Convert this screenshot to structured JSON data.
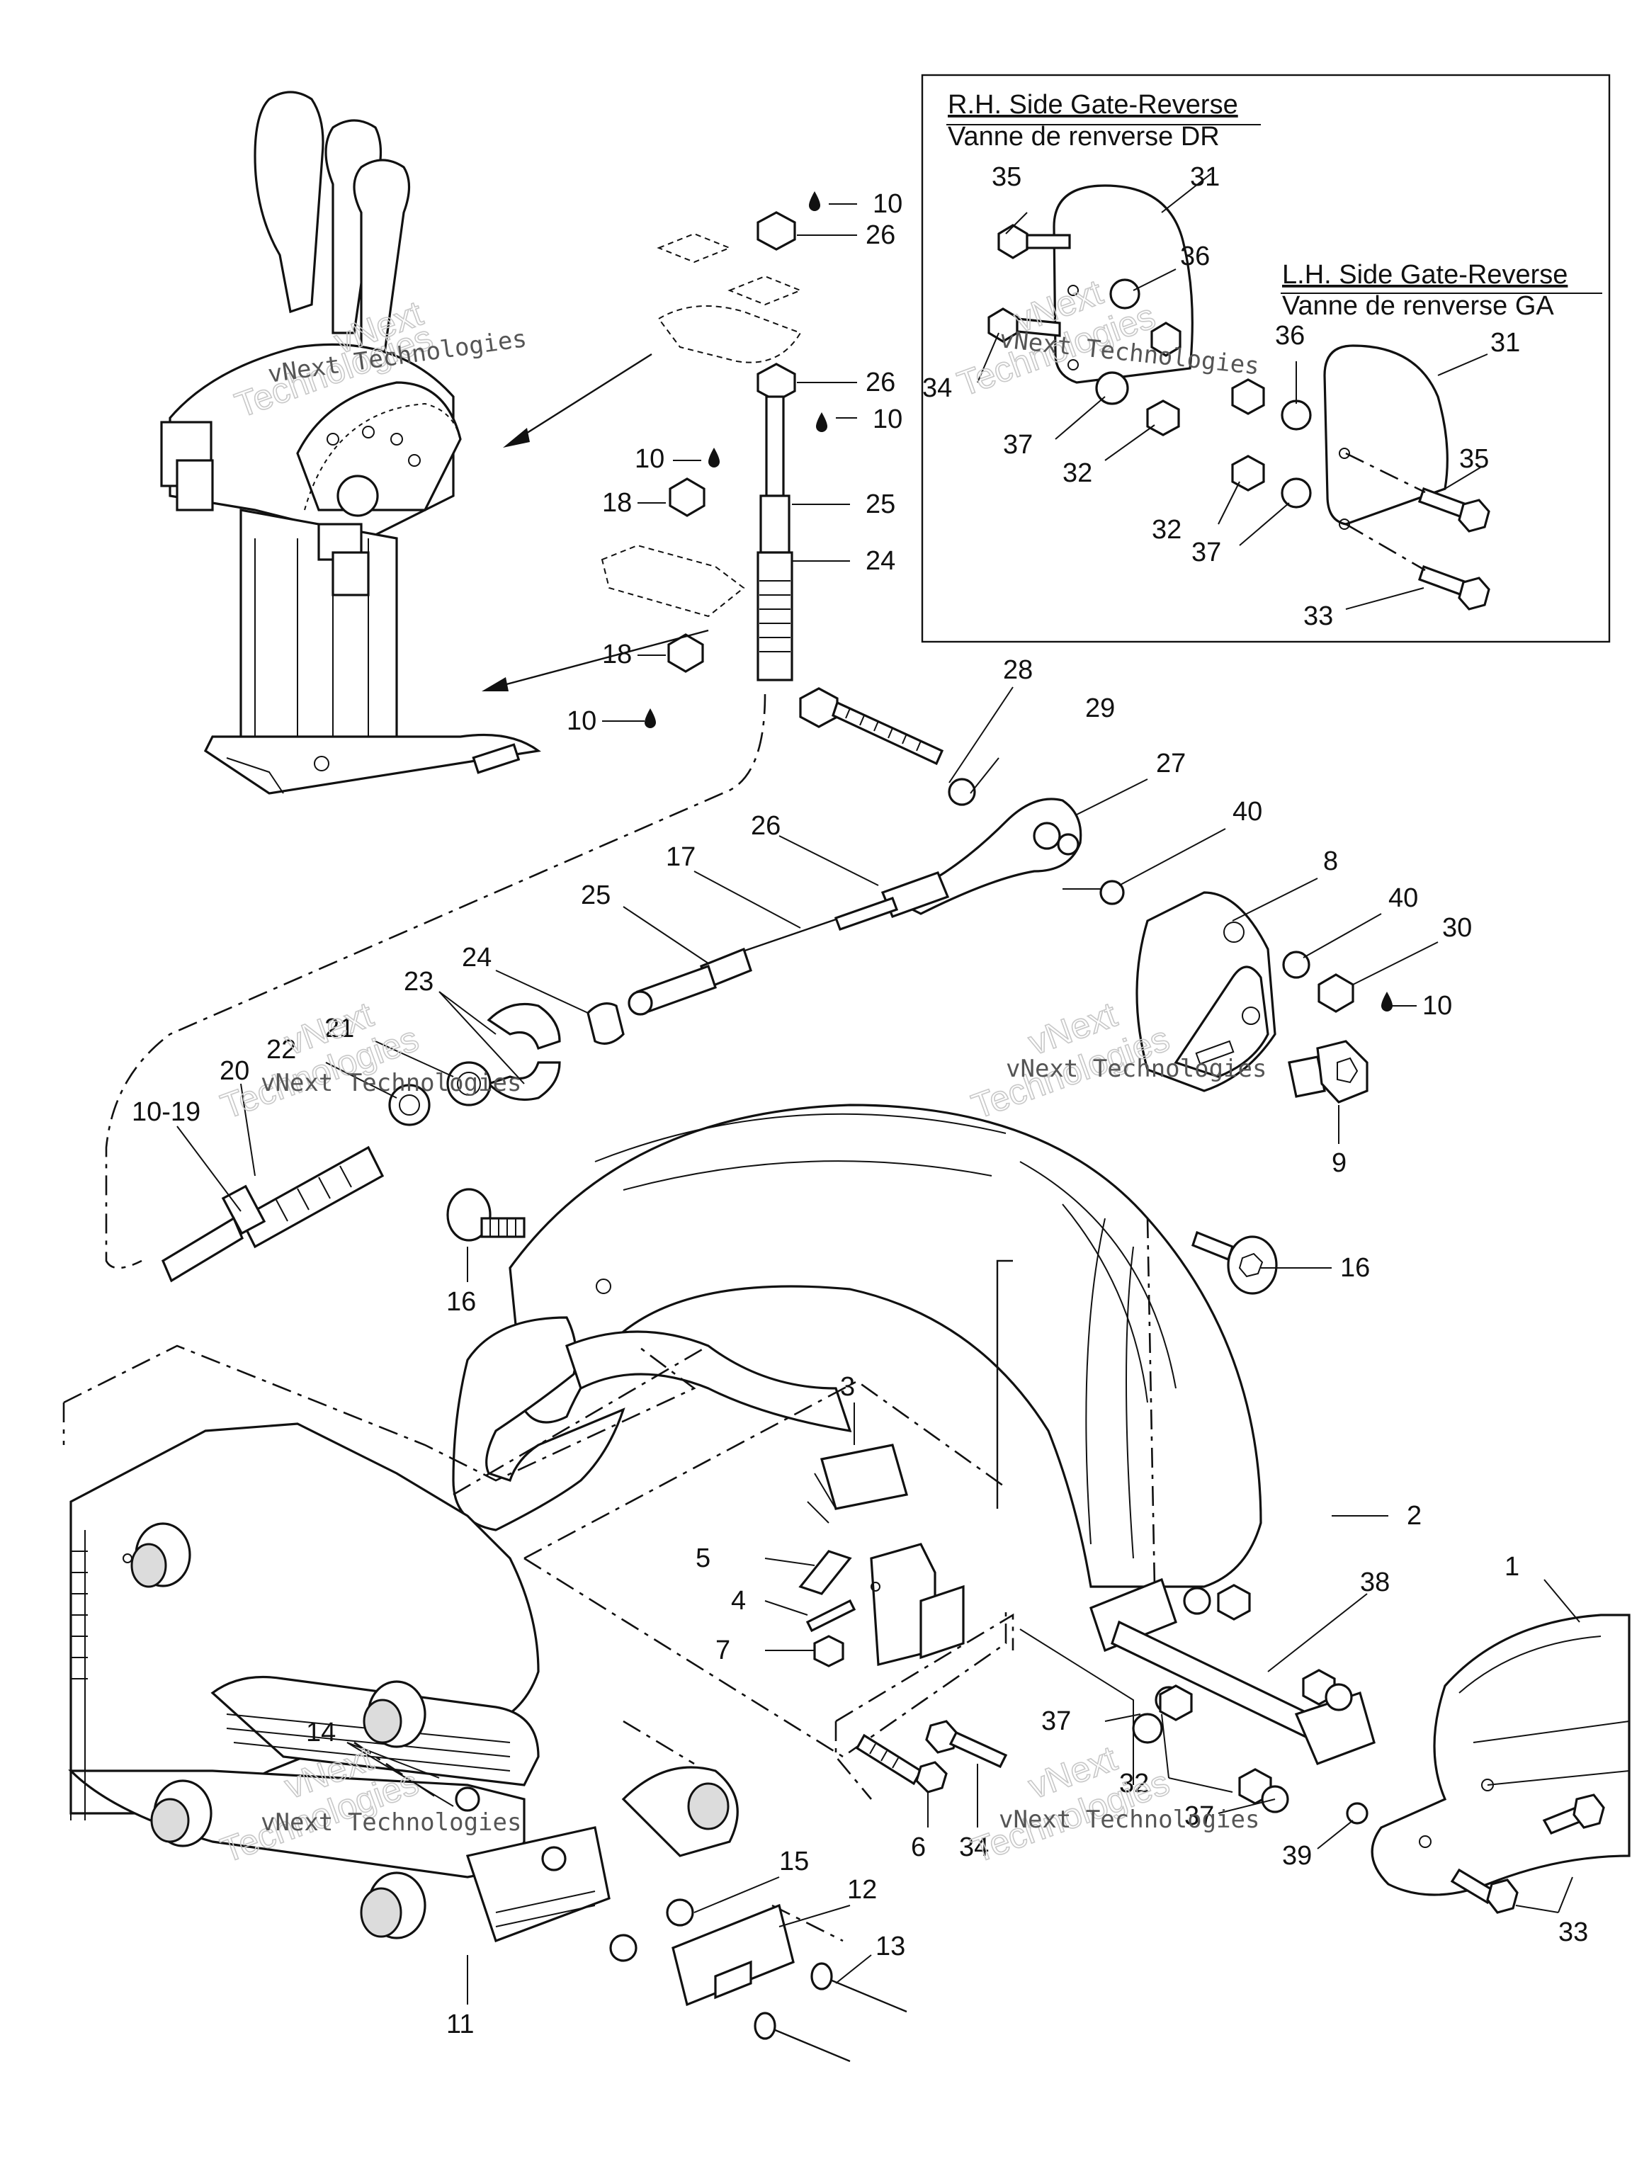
{
  "inset": {
    "rh_title_1": "R.H. Side Gate-Reverse",
    "rh_title_2": "Vanne de renverse DR",
    "lh_title_1": "L.H. Side Gate-Reverse",
    "lh_title_2": "Vanne de renverse GA"
  },
  "watermark_text": "vNext Technologies",
  "watermark_outline": [
    "vNext",
    "Technologies"
  ],
  "callouts": {
    "c1": "1",
    "c2": "2",
    "c3": "3",
    "c4": "4",
    "c5": "5",
    "c6": "6",
    "c7": "7",
    "c8": "8",
    "c9": "9",
    "c10a": "10",
    "c10b": "10",
    "c10c": "10",
    "c10d": "10",
    "c10e": "10",
    "c1019": "10-19",
    "c11": "11",
    "c12": "12",
    "c13": "13",
    "c14": "14",
    "c15": "15",
    "c16a": "16",
    "c16b": "16",
    "c17": "17",
    "c18a": "18",
    "c18b": "18",
    "c20": "20",
    "c21": "21",
    "c22": "22",
    "c23": "23",
    "c24a": "24",
    "c24b": "24",
    "c25a": "25",
    "c25b": "25",
    "c26a": "26",
    "c26b": "26",
    "c26c": "26",
    "c27": "27",
    "c28": "28",
    "c29": "29",
    "c30": "30",
    "c31a": "31",
    "c31b": "31",
    "c32a": "32",
    "c32b": "32",
    "c32c": "32",
    "c33a": "33",
    "c33b": "33",
    "c34a": "34",
    "c34b": "34",
    "c35a": "35",
    "c35b": "35",
    "c36a": "36",
    "c36b": "36",
    "c37a": "37",
    "c37b": "37",
    "c37c": "37",
    "c37d": "37",
    "c38": "38",
    "c39": "39",
    "c40a": "40",
    "c40b": "40"
  }
}
